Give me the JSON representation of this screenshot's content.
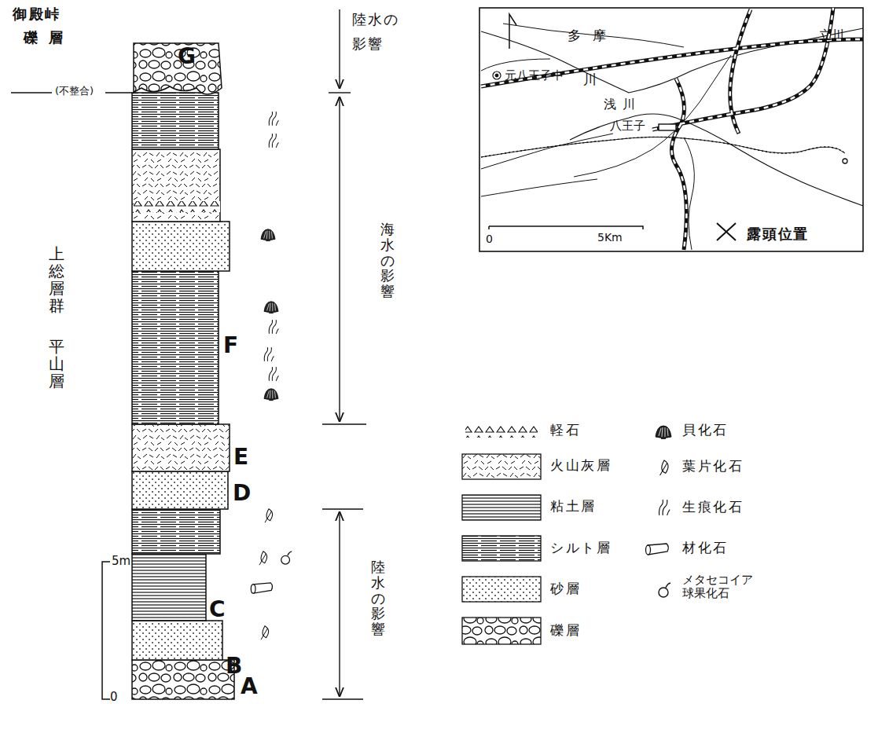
{
  "diagram": {
    "labels": [
      "御殿峠",
      "礫層",
      "(不整合)",
      "G",
      "F",
      "E",
      "D",
      "C",
      "B",
      "A",
      "5m",
      "0",
      "上総層群",
      "平山層",
      "陸水の影響",
      "海水の影響",
      "陸水の影響",
      "立川",
      "多摩",
      "川",
      "元八王子中",
      "浅川",
      "八王子",
      "0",
      "5Km",
      "露頭位置"
    ],
    "legend": [
      {
        "text": "軽石"
      },
      {
        "text": "貝化石"
      },
      {
        "text": "火山灰層"
      },
      {
        "text": "葉片化石"
      },
      {
        "text": "粘土層"
      },
      {
        "text": "生痕化石"
      },
      {
        "text": "シルト層"
      },
      {
        "text": "材化石"
      },
      {
        "text": "砂層"
      },
      {
        "text": "メタセコイア 球果化石"
      },
      {
        "text": "礫層"
      }
    ]
  }
}
